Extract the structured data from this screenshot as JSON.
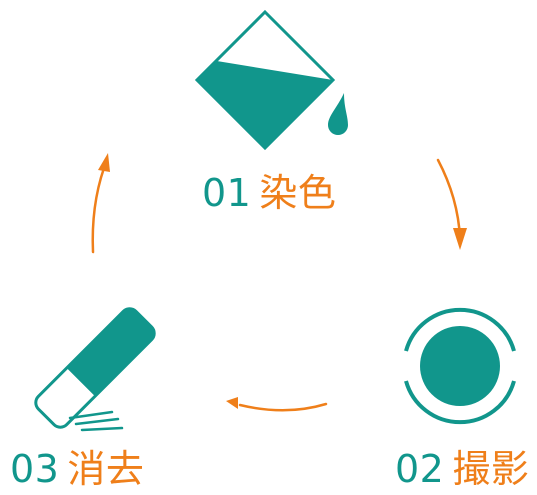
{
  "colors": {
    "teal": "#11968c",
    "orange": "#ef7f1a",
    "background": "#ffffff"
  },
  "steps": [
    {
      "number": "01",
      "name": "染色",
      "icon": "paint-bucket-icon"
    },
    {
      "number": "02",
      "name": "撮影",
      "icon": "camera-lens-icon"
    },
    {
      "number": "03",
      "name": "消去",
      "icon": "eraser-icon"
    }
  ],
  "arrows": [
    {
      "from": "01",
      "to": "02"
    },
    {
      "from": "02",
      "to": "03"
    },
    {
      "from": "03",
      "to": "01"
    }
  ]
}
